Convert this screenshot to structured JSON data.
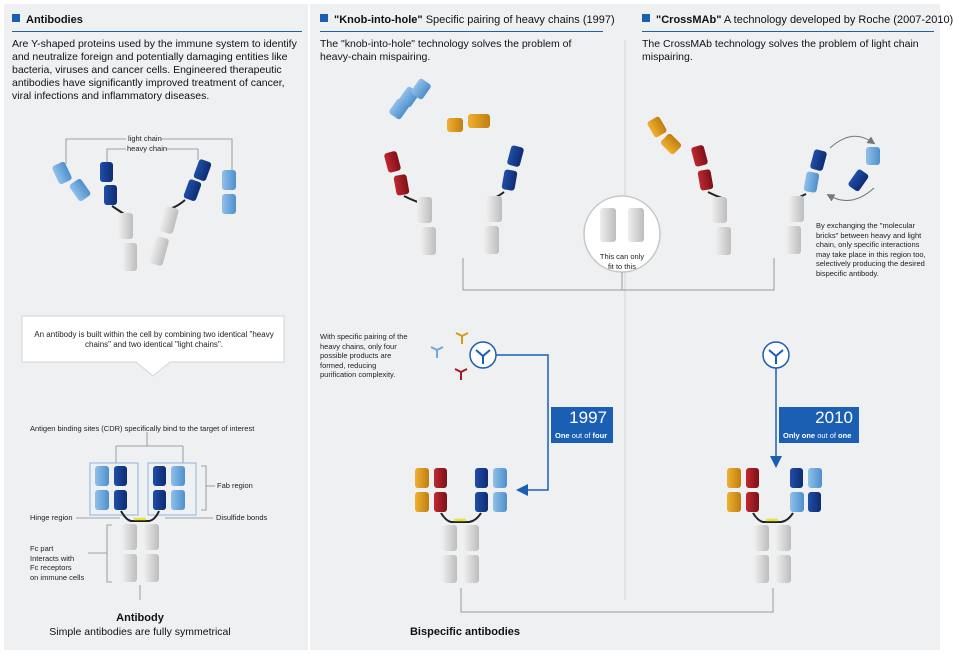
{
  "colors": {
    "blue": "#1a5fb4",
    "dark_blue": "#123a8c",
    "light_blue": "#6ea8dc",
    "red": "#a31a24",
    "orange": "#d99a1a",
    "grey": "#d6d6d6",
    "yellow": "#e8e23c"
  },
  "left": {
    "title": "Antibodies",
    "intro": "Are Y-shaped proteins used by the immune system to identify and neutralize foreign and potentially damaging entities like bacteria, viruses and cancer cells. Engineered therapeutic antibodies have significantly improved treatment of cancer, viral infections and inflammatory diseases.",
    "light_chain_label": "light chain",
    "heavy_chain_label": "heavy chain",
    "callout": "An antibody is built within the cell by combining two identical \"heavy chains\" and two identical \"light chains\".",
    "cdr_label": "Antigen binding sites (CDR) specifically bind to the target of interest",
    "fab_label": "Fab region",
    "hinge_label": "Hinge region",
    "disulfide_label": "Disulfide bonds",
    "fc_label_1": "Fc part",
    "fc_label_2": "Interacts with",
    "fc_label_3": "Fc receptors",
    "fc_label_4": "on immune cells",
    "caption_title": "Antibody",
    "caption_sub": "Simple antibodies are fully symmetrical"
  },
  "knob": {
    "title_bold": "\"Knob-into-hole\"",
    "title_rest": "Specific pairing of heavy chains (1997)",
    "text": "The \"knob-into-hole\" technology solves the problem of heavy-chain mispairing.",
    "fit_label_1": "This can only",
    "fit_label_2": "fit to this",
    "side_text": "With specific pairing of the heavy chains, only four possible products are formed, reducing purification complexity.",
    "year": "1997",
    "year_sub_1": "One",
    "year_sub_2": "out of",
    "year_sub_3": "four"
  },
  "crossmab": {
    "title_bold": "\"CrossMAb\"",
    "title_rest": "A technology developed by Roche (2007-2010)",
    "text": "The CrossMAb technology solves the problem of light chain mispairing.",
    "side_text": "By exchanging the \"molecular bricks\" between heavy and light chain, only specific interactions may take place in this region too, selectively producing the desired bispecific antibody.",
    "year": "2010",
    "year_sub_1": "Only one",
    "year_sub_2": "out of",
    "year_sub_3": "one"
  },
  "bottom_caption": "Bispecific antibodies"
}
